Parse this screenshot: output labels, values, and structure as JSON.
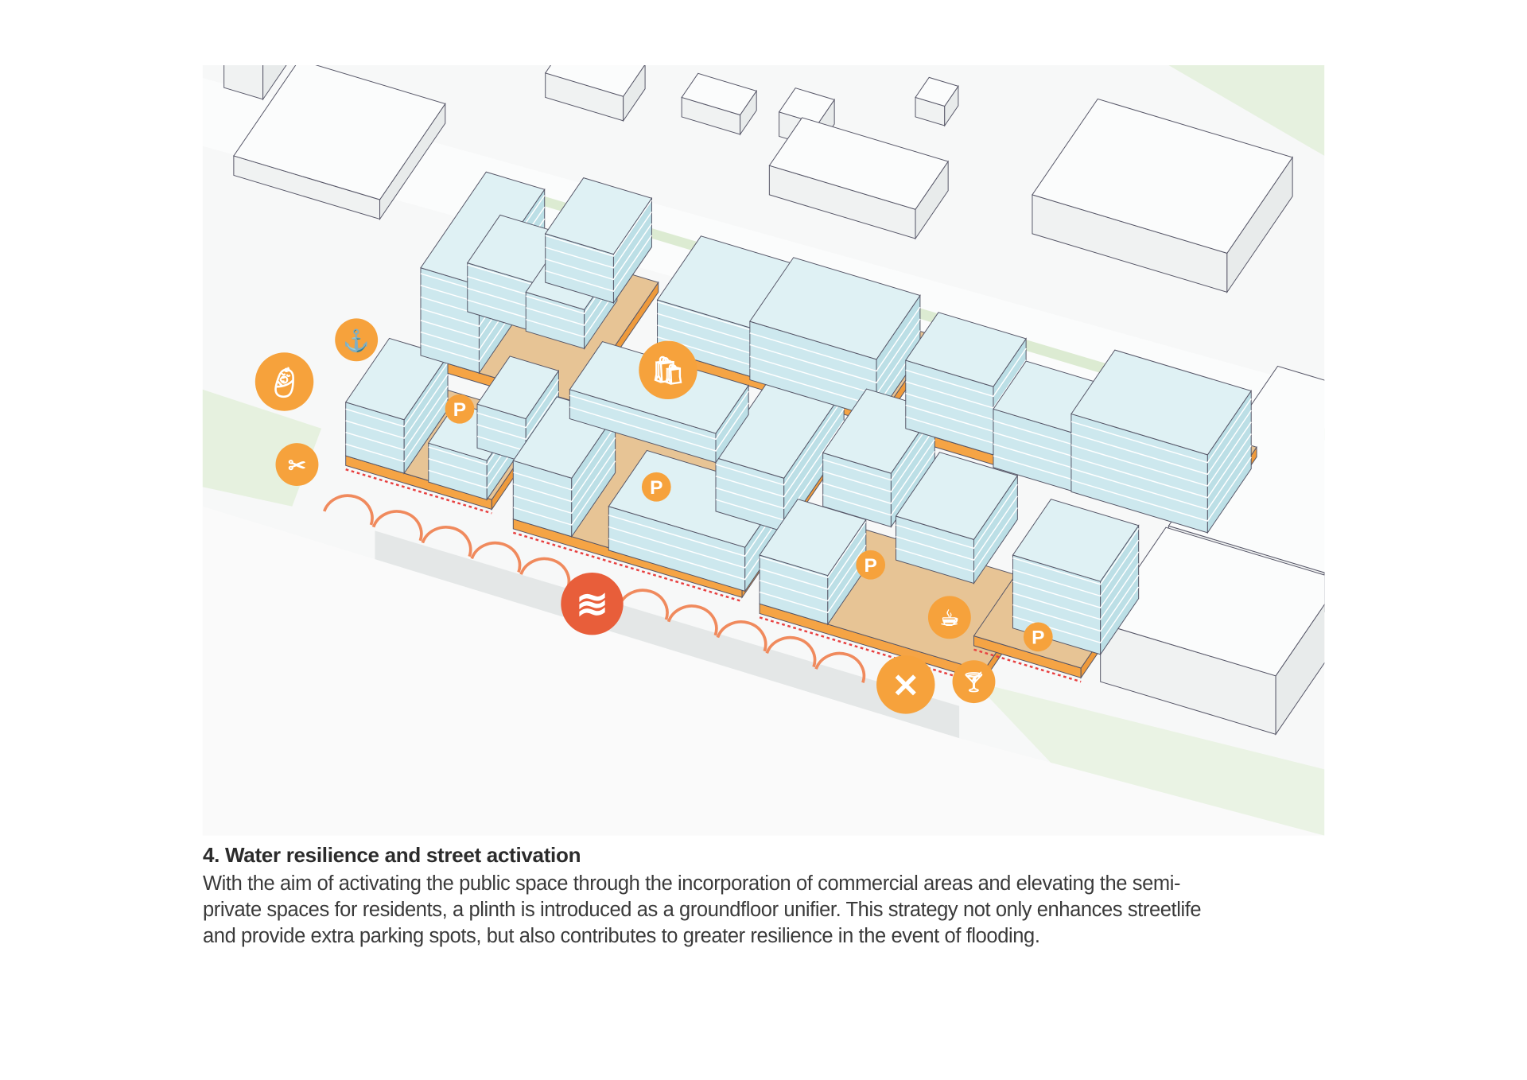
{
  "figure": {
    "title": "4. Water resilience and street activation",
    "body_lines": [
      "With the aim of activating the public space through the incorporation of commercial areas and elevating the semi-",
      "private spaces for residents, a plinth is introduced as a groundfloor unifier. This strategy not only enhances streetlife",
      "and provide extra parking spots, but also contributes to greater resilience in the event of flooding."
    ]
  },
  "icons": {
    "parking_label": "P",
    "list": [
      "baby-icon",
      "playground-swing-icon",
      "barber-icon",
      "shopping-bag-icon",
      "flood-wave-icon",
      "coffee-cup-icon",
      "restaurant-icon",
      "cocktail-icon",
      "parking-icon"
    ]
  },
  "colors": {
    "accent_orange": "#f6a23c",
    "flood_red": "#e85e3a",
    "building_glass": "#d9eff3",
    "plinth_top": "#e7c495",
    "plinth_side": "#f5a445",
    "green_space": "#e3f0dc"
  }
}
